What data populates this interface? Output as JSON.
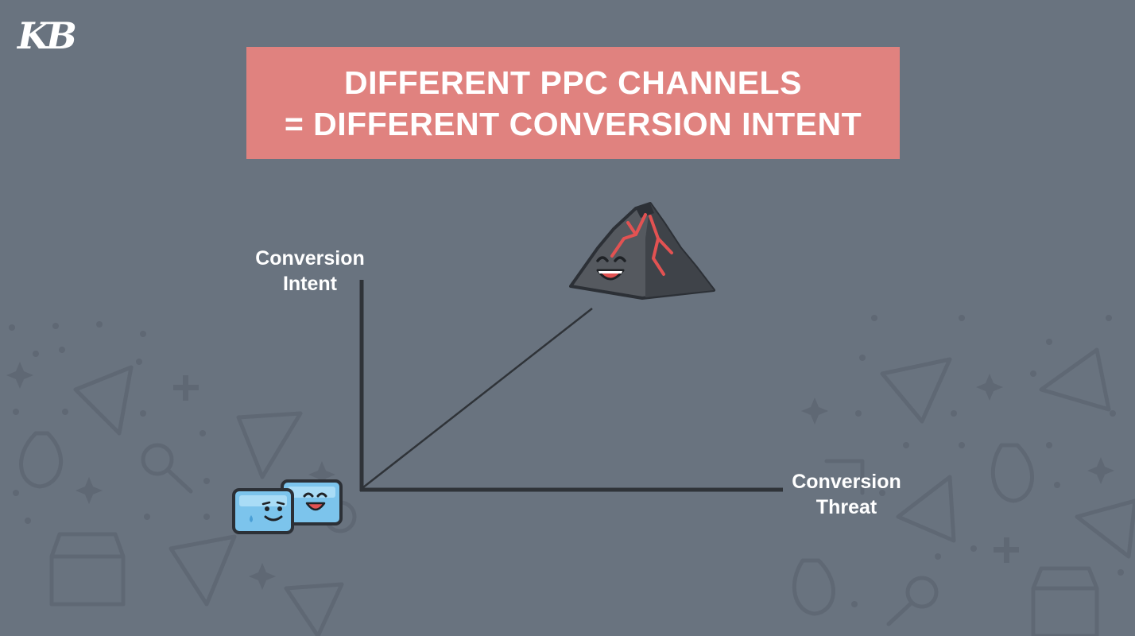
{
  "logo": {
    "text": "KB"
  },
  "title": {
    "line1": "DIFFERENT PPC CHANNELS",
    "line2": "= DIFFERENT CONVERSION INTENT"
  },
  "axes": {
    "y_label_line1": "Conversion",
    "y_label_line2": "Intent",
    "x_label_line1": "Conversion",
    "x_label_line2": "Threat"
  },
  "icons": {
    "high_end": "volcano-icon",
    "low_end": "ice-cubes-icon"
  },
  "colors": {
    "background": "#69737f",
    "banner": "#e0827f",
    "axis": "#2f3338",
    "lava": "#e25252",
    "ice": "#7cc4ec"
  }
}
